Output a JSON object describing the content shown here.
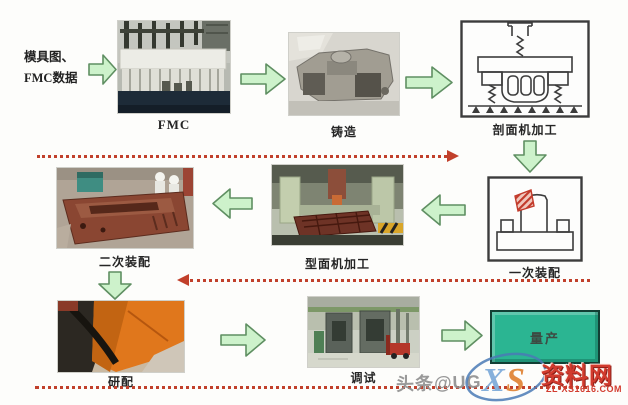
{
  "diagram": {
    "input": {
      "line1": "模具图、",
      "line2": "FMC数据"
    },
    "steps": {
      "fmc": "FMC",
      "casting": "铸造",
      "section_machining": "剖面机加工",
      "primary_assembly": "一次装配",
      "profile_machining": "型面机加工",
      "secondary_assembly": "二次装配",
      "fitting": "研配",
      "debugging": "调试",
      "mass_production": "量产"
    },
    "flow_order": [
      "模具图、FMC数据",
      "FMC",
      "铸造",
      "剖面机加工",
      "一次装配",
      "型面机加工",
      "二次装配",
      "研配",
      "调试",
      "量产"
    ]
  },
  "watermark": {
    "byline": "头条@UG",
    "logo": {
      "x": "X",
      "s": "S"
    },
    "brand": "资料网",
    "url": "ZL-XS1616.COM"
  },
  "colors": {
    "arrow_fill": "#cdf2cb",
    "arrow_stroke": "#5f8f62",
    "dotted_line": "#c1402b",
    "mass_production_fill": "#2bb592",
    "mass_production_border": "#123f34",
    "caption_text": "#252525",
    "watermark_gray": "#8f8f8f",
    "watermark_red": "#d23b2e"
  }
}
